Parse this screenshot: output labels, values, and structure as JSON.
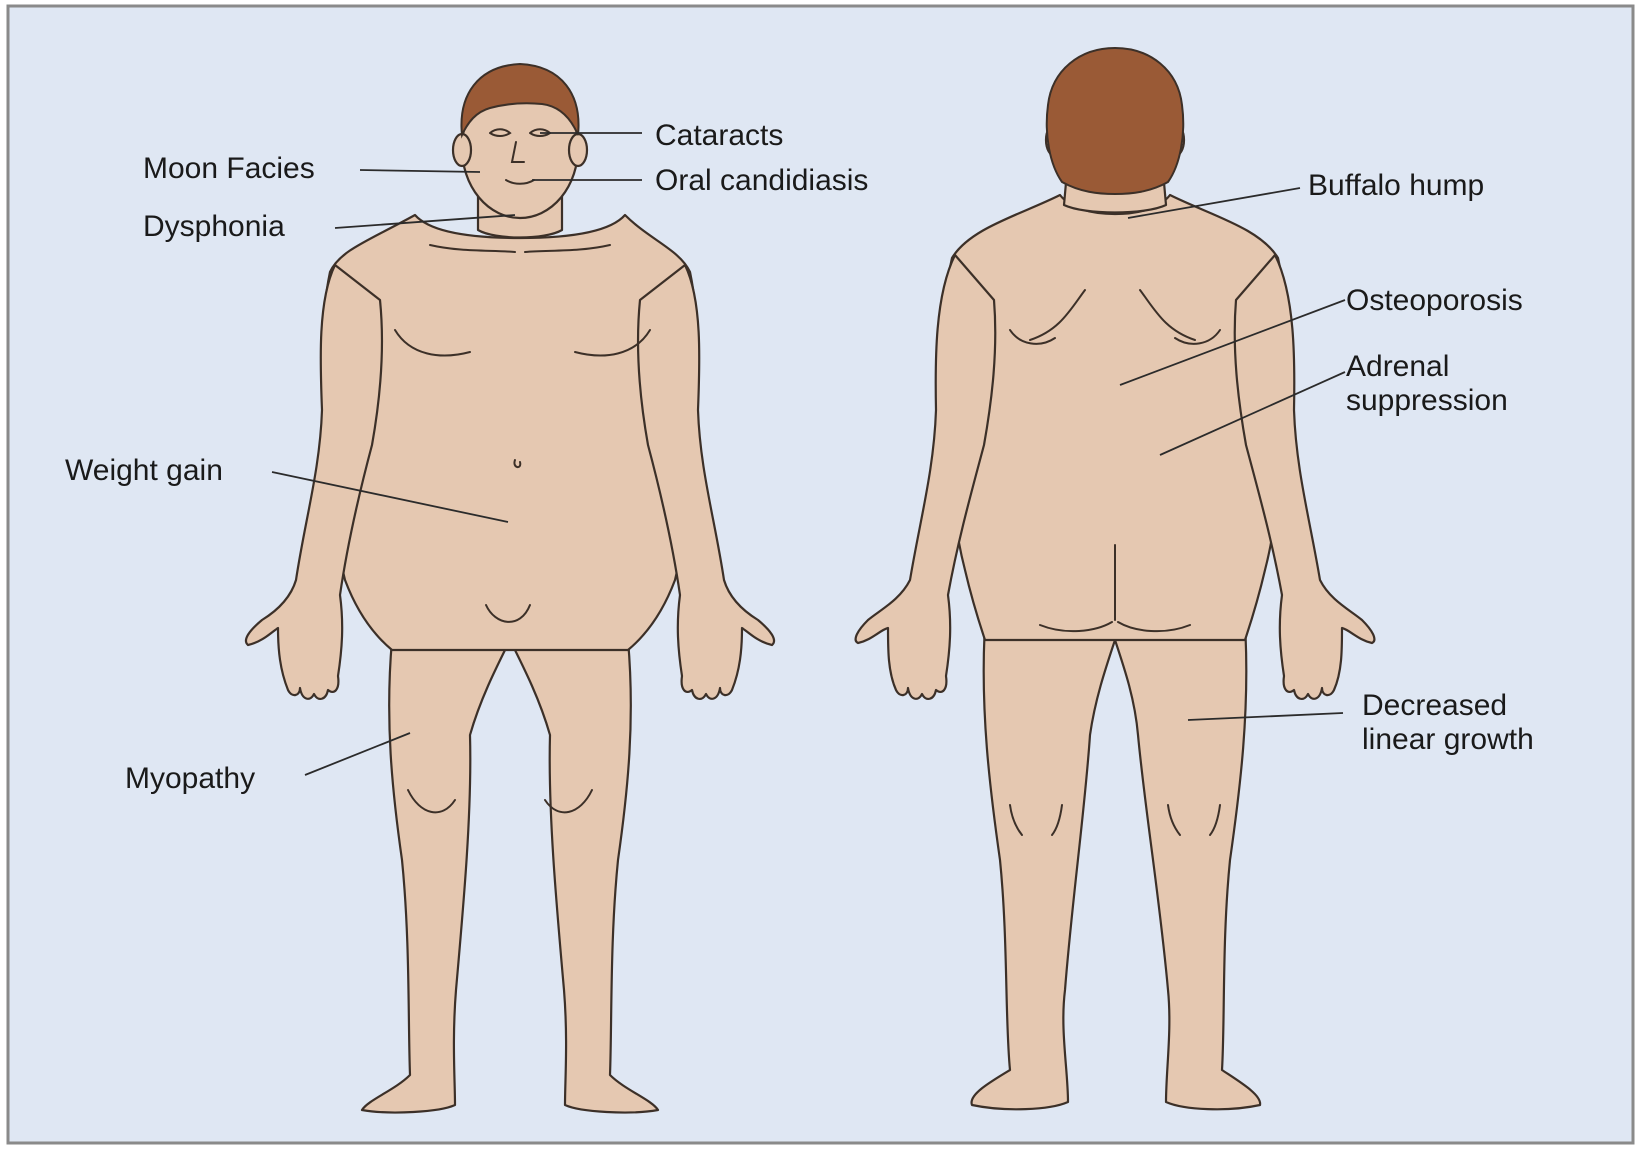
{
  "colors": {
    "background": "#dfe7f3",
    "border": "#8a8a8a",
    "skin": "#e5c8b1",
    "hair": "#9a5a36",
    "outline": "#3c3028"
  },
  "labels": {
    "cataracts": "Cataracts",
    "moon_facies": "Moon Facies",
    "oral_candidiasis": "Oral candidiasis",
    "dysphonia": "Dysphonia",
    "weight_gain": "Weight gain",
    "myopathy": "Myopathy",
    "buffalo_hump": "Buffalo hump",
    "osteoporosis": "Osteoporosis",
    "adrenal_line1": "Adrenal",
    "adrenal_line2": "suppression",
    "decreased_line1": "Decreased",
    "decreased_line2": "linear growth"
  }
}
